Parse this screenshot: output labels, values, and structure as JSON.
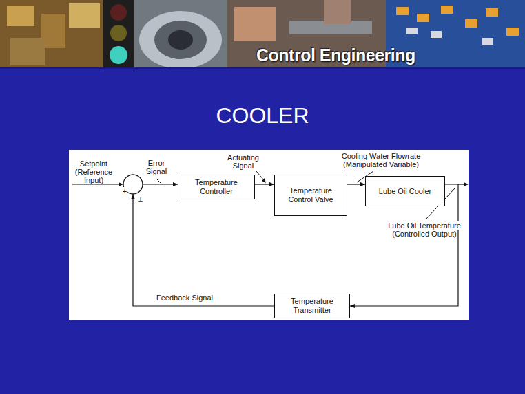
{
  "diagram": {
    "title": "COOLER",
    "nodes": [
      {
        "text": [
          "Temperature Controller"
        ]
      },
      {
        "text": [
          "Temperature Control Valve"
        ]
      },
      {
        "text": [
          "Lube Oil Cooler"
        ]
      },
      {
        "text": [
          "Temperature Transmitter"
        ]
      }
    ],
    "edges": [
      {
        "from": 0,
        "to": 1,
        "arrow": "to"
      },
      {
        "from": 1,
        "to": 2,
        "arrow": "to"
      },
      {
        "from": 2,
        "to": 3,
        "arrow": "to"
      },
      {
        "from": 3,
        "to": 0,
        "arrow": "to"
      }
    ],
    "labels": [
      "Control Engineering",
      "Setpoint (Reference Input)",
      "+",
      "±",
      "Error Signal",
      "Actuating Signal",
      "Cooling Water Flowrate (Manipulated Variable)",
      "Lube Oil Temperature (Controlled Output)",
      "Feedback Signal"
    ]
  }
}
